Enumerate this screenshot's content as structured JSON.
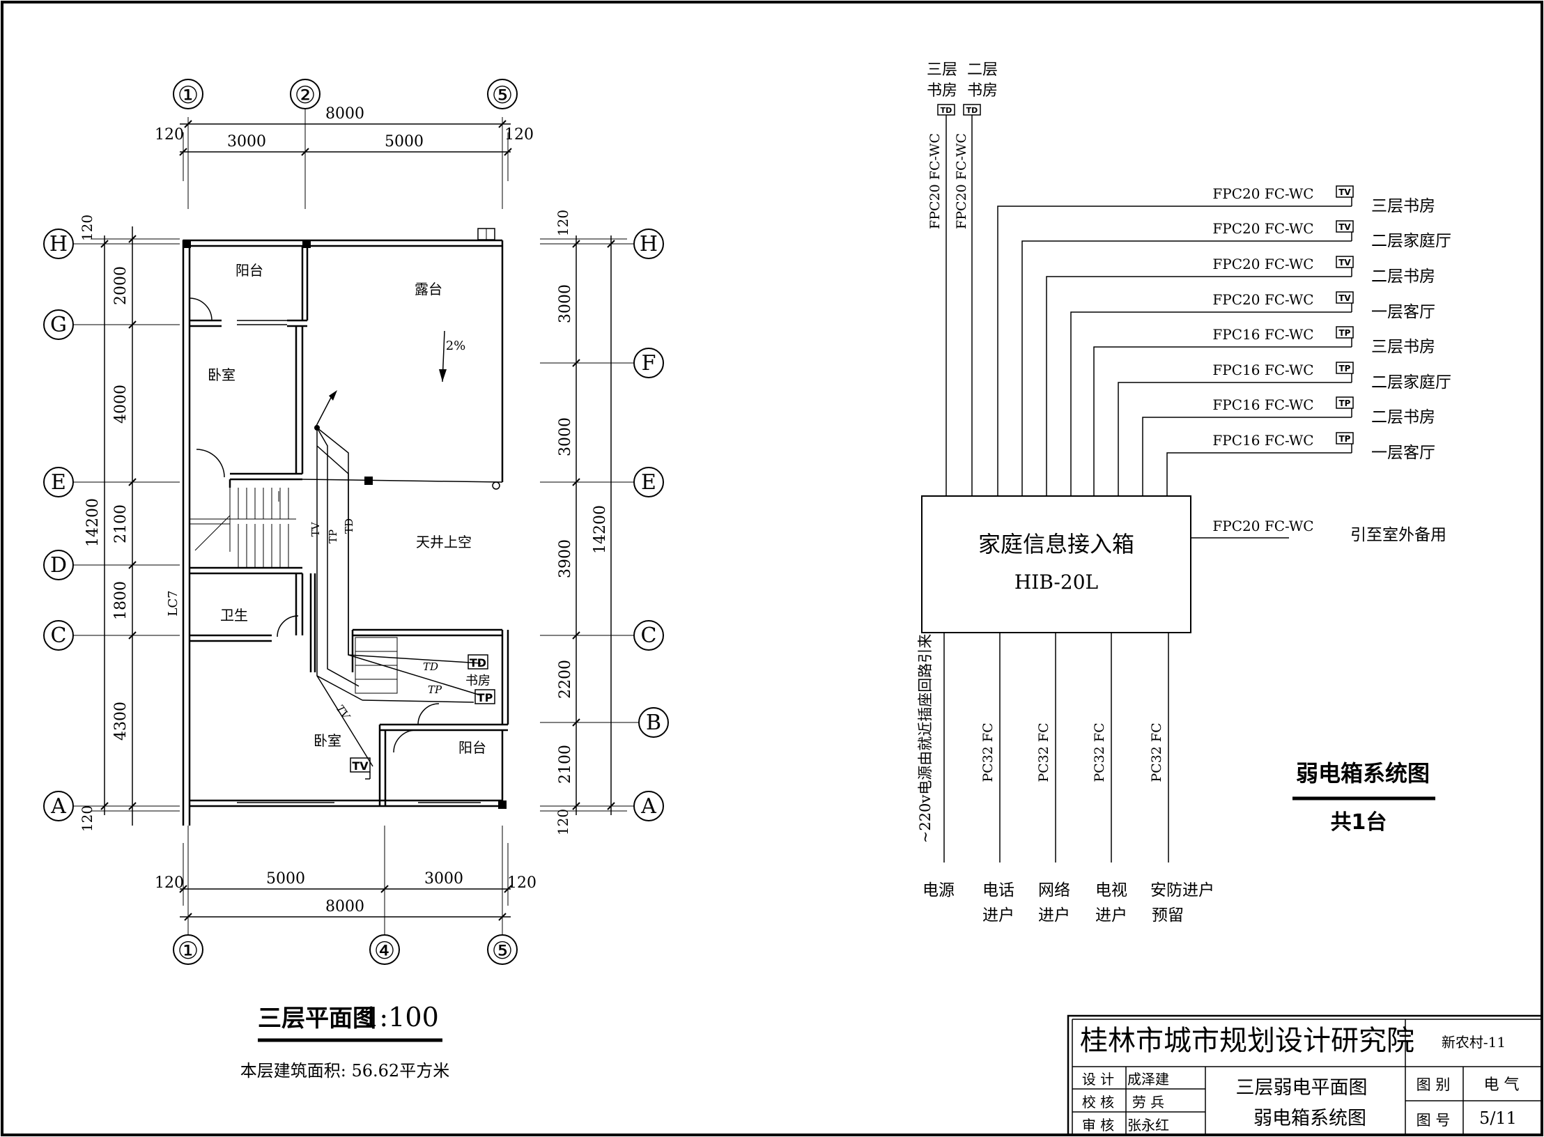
{
  "plan": {
    "axes_top": [
      "①",
      "②",
      "⑤"
    ],
    "axes_bottom": [
      "①",
      "④",
      "⑤"
    ],
    "axes_left": [
      "H",
      "G",
      "E",
      "D",
      "C",
      "A"
    ],
    "axes_right": [
      "H",
      "F",
      "E",
      "C",
      "B",
      "A"
    ],
    "top_dims": {
      "total": "8000",
      "left_margin": "120",
      "right_margin": "120",
      "seg1": "3000",
      "seg2": "5000"
    },
    "bottom_dims": {
      "total": "8000",
      "left_margin": "120",
      "right_margin": "120",
      "seg1": "5000",
      "seg2": "3000"
    },
    "left_dims": {
      "top_margin": "120",
      "bottom_margin": "120",
      "total": "14200",
      "segs": [
        "2000",
        "4000",
        "2100",
        "1800",
        "4300"
      ]
    },
    "right_dims": {
      "top_margin": "120",
      "bottom_margin": "120",
      "total": "14200",
      "segs": [
        "3000",
        "3000",
        "3900",
        "2200",
        "2100"
      ]
    },
    "rooms": {
      "balcony_top": "阳台",
      "terrace": "露台",
      "slope": "2%",
      "bedroom_top": "卧室",
      "light_well": "天井上空",
      "toilet": "卫生",
      "bedroom_bottom": "卧室",
      "study": "书房",
      "balcony_bottom": "阳台",
      "pipe_label": "LC7"
    },
    "conduits": {
      "tv": "TV",
      "tp": "TP",
      "td": "TD"
    },
    "outlets": {
      "td": "TD",
      "tp": "TP",
      "tv": "TV"
    },
    "title": "三层平面图",
    "scale": "1:100",
    "area_note": "本层建筑面积: 56.62平方米"
  },
  "system": {
    "top_outlets": [
      {
        "floor": "三层",
        "room": "书房",
        "tag": "TD",
        "cable": "FPC20 FC-WC"
      },
      {
        "floor": "二层",
        "room": "书房",
        "tag": "TD",
        "cable": "FPC20 FC-WC"
      }
    ],
    "branches": [
      {
        "cable": "FPC20 FC-WC",
        "tag": "TV",
        "dest": "三层书房"
      },
      {
        "cable": "FPC20 FC-WC",
        "tag": "TV",
        "dest": "二层家庭厅"
      },
      {
        "cable": "FPC20 FC-WC",
        "tag": "TV",
        "dest": "二层书房"
      },
      {
        "cable": "FPC20 FC-WC",
        "tag": "TV",
        "dest": "一层客厅"
      },
      {
        "cable": "FPC16 FC-WC",
        "tag": "TP",
        "dest": "三层书房"
      },
      {
        "cable": "FPC16 FC-WC",
        "tag": "TP",
        "dest": "二层家庭厅"
      },
      {
        "cable": "FPC16 FC-WC",
        "tag": "TP",
        "dest": "二层书房"
      },
      {
        "cable": "FPC16 FC-WC",
        "tag": "TP",
        "dest": "一层客厅"
      }
    ],
    "box_name": "家庭信息接入箱",
    "box_model": "HIB-20L",
    "outdoor": {
      "cable": "FPC20 FC-WC",
      "dest": "引至室外备用"
    },
    "power_note": "~220v电源由就近插座回路引来",
    "inputs": [
      {
        "cable": "",
        "label1": "电源",
        "label2": ""
      },
      {
        "cable": "PC32 FC",
        "label1": "电话",
        "label2": "进户"
      },
      {
        "cable": "PC32 FC",
        "label1": "网络",
        "label2": "进户"
      },
      {
        "cable": "PC32 FC",
        "label1": "电视",
        "label2": "进户"
      },
      {
        "cable": "PC32 FC",
        "label1": "安防进户",
        "label2": "预留"
      }
    ],
    "title": "弱电箱系统图",
    "count": "共1台"
  },
  "titleblock": {
    "institute": "桂林市城市规划设计研究院",
    "project": "新农村-11",
    "role_design": "设 计",
    "name_design": "成泽建",
    "role_check": "校 核",
    "name_check": "劳 兵",
    "role_review": "审 核",
    "name_review": "张永红",
    "drawing_title1": "三层弱电平面图",
    "drawing_title2": "弱电箱系统图",
    "category_label": "图 别",
    "category_value": "电 气",
    "number_label": "图 号",
    "number_value": "5/11"
  }
}
